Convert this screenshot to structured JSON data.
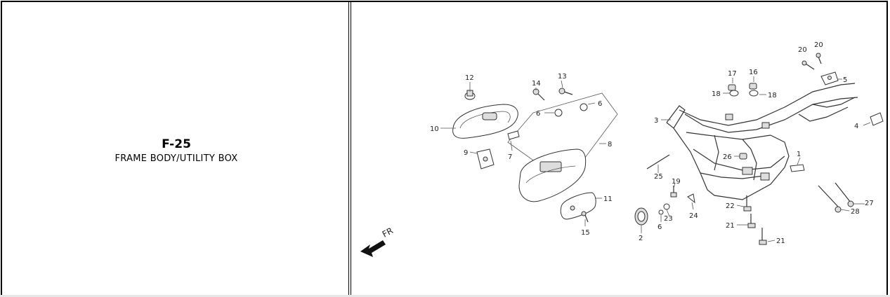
{
  "page": {
    "code": "F-25",
    "title": "FRAME BODY/UTILITY BOX"
  },
  "diagram": {
    "direction_label": "FR",
    "callouts": [
      "12",
      "14",
      "13",
      "10",
      "6",
      "6",
      "9",
      "7",
      "8",
      "11",
      "15",
      "3",
      "17",
      "16",
      "18",
      "18",
      "20",
      "20",
      "5",
      "4",
      "1",
      "26",
      "25",
      "19",
      "24",
      "22",
      "23",
      "6",
      "2",
      "21",
      "21",
      "27",
      "28"
    ]
  },
  "colors": {
    "line": "#333333",
    "border": "#000000",
    "background": "#ffffff"
  }
}
